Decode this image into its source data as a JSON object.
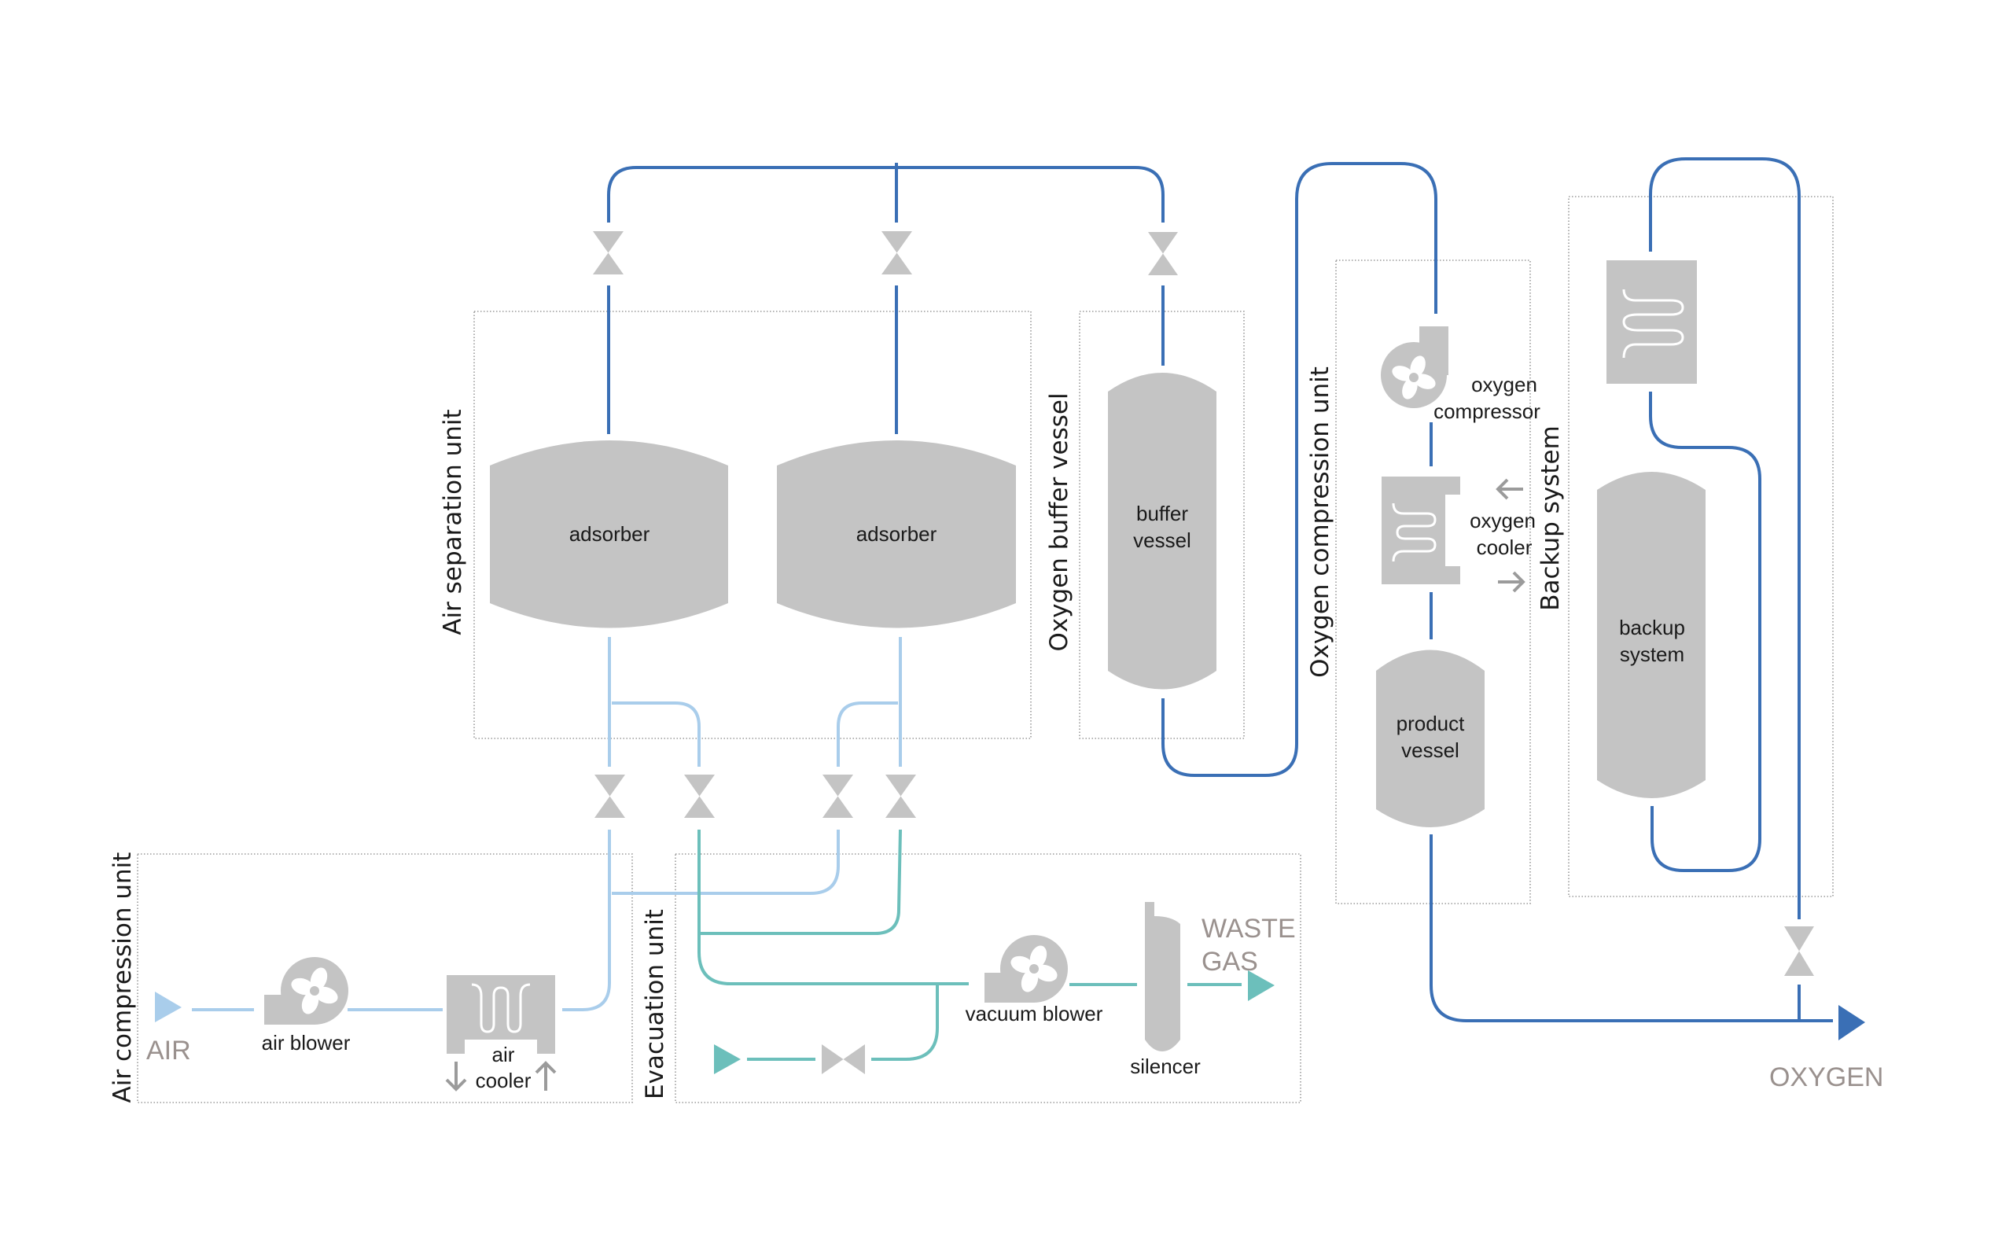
{
  "diagram": {
    "type": "process-flow",
    "colors": {
      "oxygen_pipe": "#3a6fb5",
      "air_pipe": "#a9cdeb",
      "vacuum_pipe": "#6cbfbb",
      "equipment": "#c4c4c4",
      "io_label": "#9a918e"
    },
    "units": {
      "air_compression": "Air compression unit",
      "evacuation": "Evacuation unit",
      "air_separation": "Air separation unit",
      "oxygen_buffer": "Oxygen buffer vessel",
      "oxygen_compression": "Oxygen compression unit",
      "backup": "Backup system"
    },
    "equipment": {
      "air_blower": "air blower",
      "air_cooler_line1": "air",
      "air_cooler_line2": "cooler",
      "vacuum_blower": "vacuum blower",
      "silencer": "silencer",
      "adsorber_1": "adsorber",
      "adsorber_2": "adsorber",
      "buffer_vessel_line1": "buffer",
      "buffer_vessel_line2": "vessel",
      "oxygen_compressor_line1": "oxygen",
      "oxygen_compressor_line2": "compressor",
      "oxygen_cooler_line1": "oxygen",
      "oxygen_cooler_line2": "cooler",
      "product_vessel_line1": "product",
      "product_vessel_line2": "vessel",
      "backup_system_line1": "backup",
      "backup_system_line2": "system"
    },
    "streams": {
      "air_in": "AIR",
      "waste_gas_line1": "WASTE",
      "waste_gas_line2": "GAS",
      "oxygen_out": "OXYGEN"
    }
  }
}
